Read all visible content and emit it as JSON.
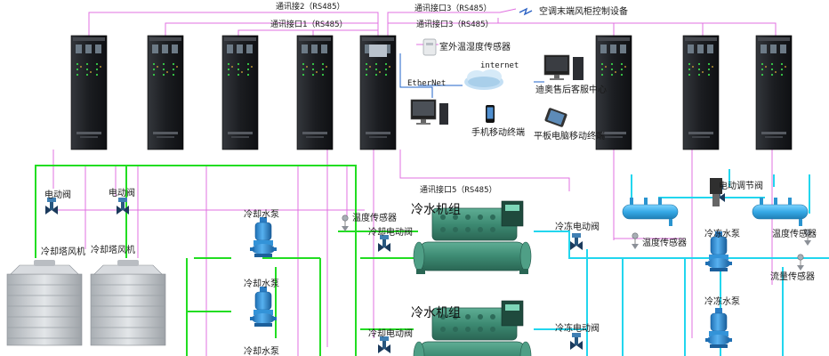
{
  "labels": {
    "comm2": "通讯接2（RS485）",
    "comm1": "通讯接口1（RS485）",
    "comm3a": "通讯接口3（RS485）",
    "comm3b": "通讯接口3（RS485）",
    "comm5": "通讯接口5（RS485）",
    "ac_control": "空调末端风柜控制设备",
    "outdoor_sensor": "室外温湿度传感器",
    "internet": "internet",
    "ethernet": "EtherNet",
    "service_center": "迪奥售后客服中心",
    "mobile": "手机移动终端",
    "tablet": "平板电脑移动终端",
    "valve1": "电动阀",
    "valve2": "电动阀",
    "tower_fan1": "冷却塔风机",
    "tower_fan2": "冷却塔风机",
    "cool_pump1": "冷却水泵",
    "cool_pump2": "冷却水泵",
    "cool_pump3": "冷却水泵",
    "temp_sensor1": "温度传感器",
    "elec_valve_a": "冷却电动阀",
    "elec_valve_b": "冷却电动阀",
    "chiller1": "冷水机组",
    "chiller2": "冷水机组",
    "freeze_valve1": "冷冻电动阀",
    "freeze_valve2": "冷冻电动阀",
    "temp_sensor2": "温度传感器",
    "elec_reg_valve": "电动调节阀",
    "freeze_pump1": "冷冻水泵",
    "freeze_pump2": "冷冻水泵",
    "temp_sensor3": "温度传感器",
    "flow_sensor": "流量传感器"
  },
  "colors": {
    "cabinet": "#1c1e22",
    "signal": "#e070e0",
    "cooling_pipe": "#22dd22",
    "chilled_pipe": "#22d6ee",
    "pump": "#2f8fd8",
    "chiller": "#3f8f78",
    "tower": "#c9cdd1"
  },
  "icons": [
    "cabinet-icon",
    "sensor-icon",
    "cloud-icon",
    "monitor-icon",
    "pc-icon",
    "phone-icon",
    "tablet-icon",
    "valve-icon",
    "pump-icon",
    "chiller-icon",
    "cooling-tower-icon",
    "manifold-icon",
    "lightning-icon"
  ]
}
